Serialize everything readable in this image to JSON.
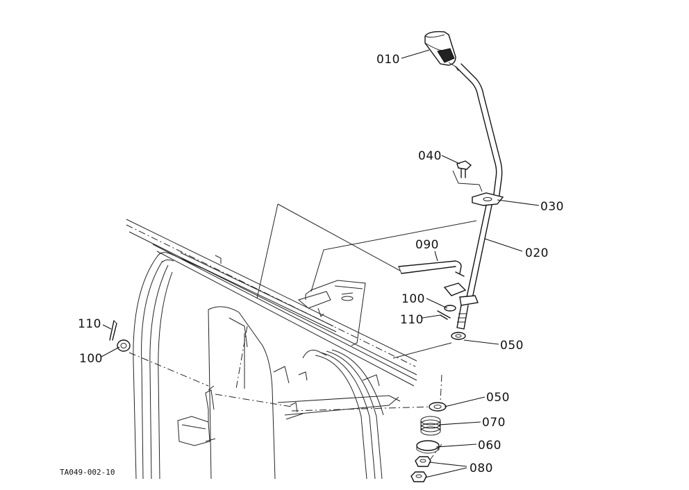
{
  "drawing_code": "TA049-002-10",
  "callouts": {
    "p010": "010",
    "p020": "020",
    "p030": "030",
    "p040": "040",
    "p050a": "050",
    "p050b": "050",
    "p060": "060",
    "p070": "070",
    "p080": "080",
    "p090": "090",
    "p100a": "100",
    "p100b": "100",
    "p110a": "110",
    "p110b": "110"
  }
}
